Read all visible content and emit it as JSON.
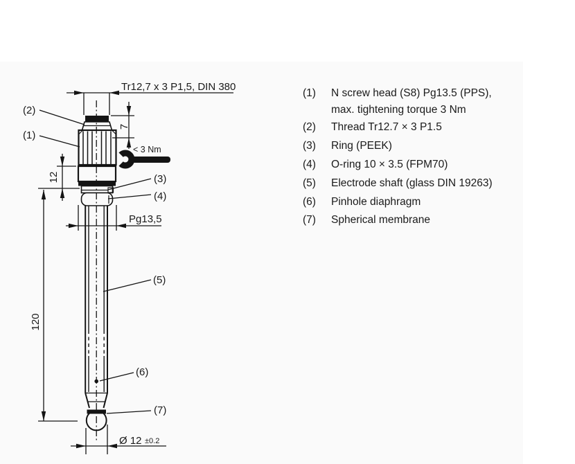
{
  "colors": {
    "panel_bg": "#fafafa",
    "ink": "#141414",
    "text": "#1a1a1a"
  },
  "drawing": {
    "dims": {
      "thread_top": "Tr12,7 x 3 P1,5, DIN 380",
      "cap_height": "7",
      "head_height": "12",
      "shaft_length": "120",
      "pg_thread": "Pg13,5",
      "diameter": "Ø 12",
      "diameter_tolerance": "±0.2",
      "torque_limit": "< 3 Nm"
    },
    "callouts": {
      "c1": "(1)",
      "c2": "(2)",
      "c3": "(3)",
      "c4": "(4)",
      "c5": "(5)",
      "c6": "(6)",
      "c7": "(7)"
    }
  },
  "legend": {
    "items": [
      {
        "num": "(1)",
        "lines": [
          "N screw head (S8) Pg13.5 (PPS),",
          "max. tightening torque 3 Nm"
        ]
      },
      {
        "num": "(2)",
        "lines": [
          "Thread Tr12.7 × 3 P1.5"
        ]
      },
      {
        "num": "(3)",
        "lines": [
          "Ring (PEEK)"
        ]
      },
      {
        "num": "(4)",
        "lines": [
          "O-ring 10 × 3.5 (FPM70)"
        ]
      },
      {
        "num": "(5)",
        "lines": [
          "Electrode shaft (glass DIN 19263)"
        ]
      },
      {
        "num": "(6)",
        "lines": [
          "Pinhole diaphragm"
        ]
      },
      {
        "num": "(7)",
        "lines": [
          "Spherical membrane"
        ]
      }
    ]
  }
}
